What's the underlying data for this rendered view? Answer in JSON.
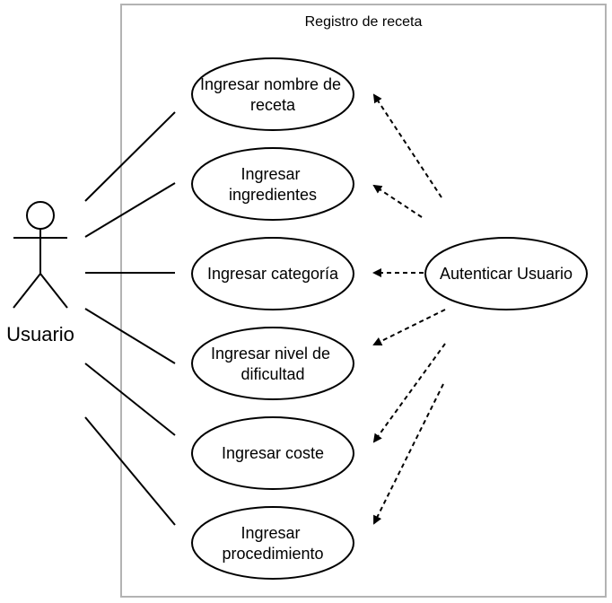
{
  "system": {
    "title": "Registro de receta",
    "border_color": "#b3b3b3"
  },
  "actor": {
    "label": "Usuario"
  },
  "use_cases": [
    {
      "id": "uc-nombre",
      "lines": [
        "Ingresar nombre de",
        "receta"
      ]
    },
    {
      "id": "uc-ingredientes",
      "lines": [
        "Ingresar",
        "ingredientes"
      ]
    },
    {
      "id": "uc-categoria",
      "lines": [
        "Ingresar categoría"
      ]
    },
    {
      "id": "uc-dificultad",
      "lines": [
        "Ingresar nivel de",
        "dificultad"
      ]
    },
    {
      "id": "uc-coste",
      "lines": [
        "Ingresar coste"
      ]
    },
    {
      "id": "uc-procedimiento",
      "lines": [
        "Ingresar",
        "procedimiento"
      ]
    }
  ],
  "auth_use_case": {
    "lines": [
      "Autenticar Usuario"
    ]
  },
  "colors": {
    "stroke": "#000000",
    "background": "#ffffff"
  }
}
